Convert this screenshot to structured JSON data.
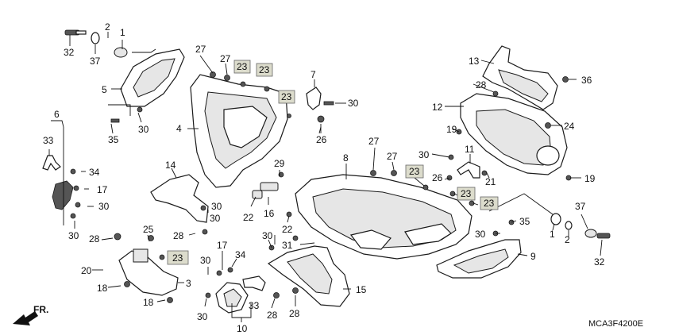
{
  "diagram": {
    "code": "MCA3F4200E",
    "direction_label": "FR.",
    "labels": [
      "32",
      "2",
      "1",
      "37",
      "5",
      "27",
      "27",
      "23",
      "23",
      "7",
      "23",
      "30",
      "4",
      "35",
      "30",
      "26",
      "6",
      "33",
      "34",
      "17",
      "30",
      "30",
      "14",
      "30",
      "28",
      "22",
      "16",
      "29",
      "22",
      "30",
      "28",
      "25",
      "23",
      "20",
      "18",
      "18",
      "3",
      "17",
      "30",
      "34",
      "30",
      "33",
      "10",
      "28",
      "28",
      "8",
      "27",
      "27",
      "23",
      "26",
      "31",
      "15",
      "30",
      "13",
      "36",
      "28",
      "12",
      "19",
      "24",
      "30",
      "11",
      "21",
      "19",
      "23",
      "23",
      "35",
      "1",
      "2",
      "37",
      "30",
      "9",
      "32"
    ]
  }
}
